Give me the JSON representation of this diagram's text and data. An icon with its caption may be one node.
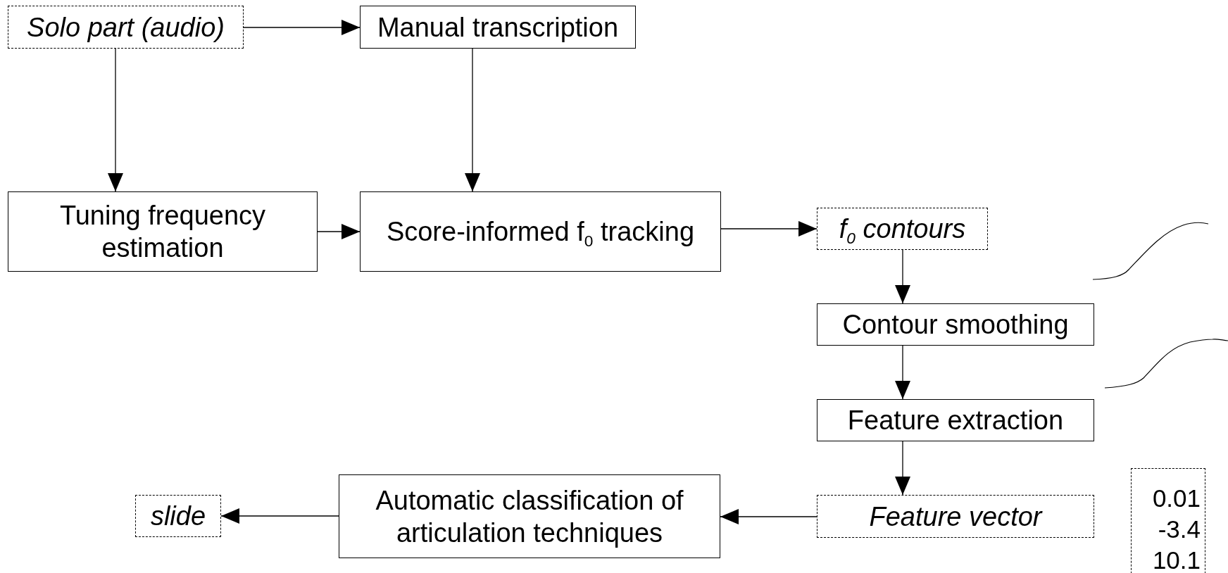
{
  "diagram": {
    "nodes": [
      {
        "text": [
          "Solo part (audio)"
        ]
      },
      {
        "text": [
          "Manual transcription"
        ]
      },
      {
        "text": [
          "Tuning frequency estimation"
        ]
      },
      {
        "text": [
          "Score-informed f$_{0}$ tracking"
        ]
      },
      {
        "text": [
          "f$_{0}$ contours"
        ]
      },
      {
        "text": [
          "Contour smoothing"
        ]
      },
      {
        "text": [
          "Feature extraction"
        ]
      },
      {
        "text": [
          "Feature vector"
        ]
      },
      {
        "text": [
          "Automatic classification of articulation techniques"
        ]
      },
      {
        "text": [
          "slide"
        ]
      },
      {
        "text": [
          "0.01",
          "-3.4",
          "10.1"
        ]
      }
    ],
    "edges": [
      {
        "from": 0,
        "to": 1,
        "arrow": "to"
      },
      {
        "from": 0,
        "to": 2,
        "arrow": "to"
      },
      {
        "from": 1,
        "to": 3,
        "arrow": "to"
      },
      {
        "from": 2,
        "to": 3,
        "arrow": "to"
      },
      {
        "from": 3,
        "to": 4,
        "arrow": "to"
      },
      {
        "from": 4,
        "to": 5,
        "arrow": "to"
      },
      {
        "from": 5,
        "to": 6,
        "arrow": "to"
      },
      {
        "from": 6,
        "to": 7,
        "arrow": "to"
      },
      {
        "from": 7,
        "to": 8,
        "arrow": "to"
      },
      {
        "from": 8,
        "to": 9,
        "arrow": "to"
      }
    ]
  }
}
